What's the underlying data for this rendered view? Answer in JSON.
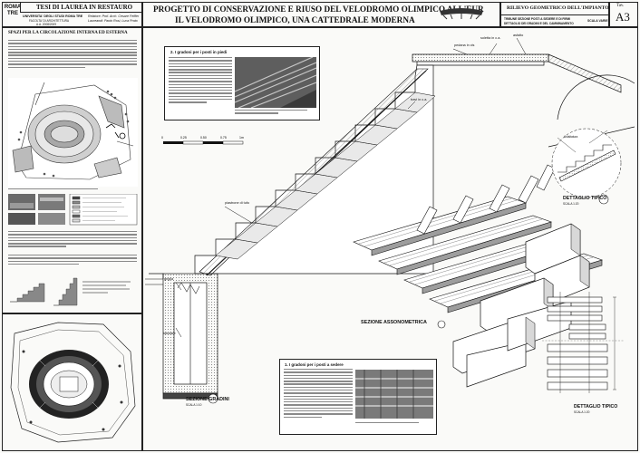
{
  "header": {
    "logo_text": "ROMA TRE",
    "tesi": "TESI DI LAUREA IN RESTAURO",
    "university": "UNIVERSITA' DEGLI STUDI ROMA TRE",
    "faculty": "FACOLTA' DI ARCHITETTURA",
    "year": "A.A. 2008/2009",
    "relatore": "Relatore: Prof. Arch. Cesare Feiffer",
    "laureandi": "Laureandi: Paolo Rosi, Luca Prato",
    "title_line1": "PROGETTO DI CONSERVAZIONE E RIUSO DEL VELODROMO OLIMPICO ALL'EUR",
    "title_line2": "IL VELODROMO OLIMPICO, UNA CATTEDRALE MODERNA",
    "sheet_title": "RILIEVO GEOMETRICO DELL'IMPIANTO",
    "sheet_sub1": "TRIBUNE SEZIONE POSTI A SEDERE E DI FIRMI",
    "sheet_sub2": "DETTAGLIO DEI GRADINI E DEL CAMMINAMENTO",
    "scale": "SCALA VARIE",
    "tav_label": "Tav.",
    "tav_number": "A3"
  },
  "left_panel": {
    "section_title": "SPAZI PER LA CIRCOLAZIONE INTERNA ED ESTERNA"
  },
  "center": {
    "box1_title": "2. I gradoni per i posti in piedi",
    "box2_title": "1. I gradoni per i posti a sedere",
    "scale_ticks": [
      "0",
      "0.25",
      "0.50",
      "0.75",
      "1m"
    ],
    "labels": {
      "pedana": "pedana in cls",
      "soletta": "soletta in c.a.",
      "asfalto": "asfalto",
      "travi": "travi in c.a.",
      "piastrone": "piastrone di tufo",
      "griglia": "griglia",
      "tubolare": "tubolare",
      "sezione_gradini": "SEZIONE GRADINI",
      "sezione_gradini_scale": "SCALA 1:10",
      "sezione_asso": "SEZIONE ASSONOMETRICA"
    }
  },
  "right": {
    "dettaglio1": "DETTAGLIO TIPICO",
    "dettaglio1_scale": "SCALA 1:20",
    "dettaglio2": "DETTAGLIO TIPICO",
    "dettaglio2_scale": "SCALA 1:20",
    "detail_label": "Asfaltatura"
  }
}
